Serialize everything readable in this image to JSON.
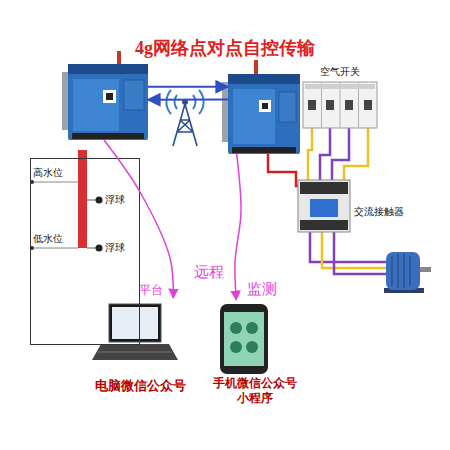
{
  "diagram": {
    "title": "4g网络点对点自控传输",
    "nodes": [
      {
        "text": []
      },
      {
        "text": []
      },
      {
        "text": [
          "空气开关"
        ]
      },
      {
        "text": [
          "高水位",
          "浮球",
          "低水位",
          "浮球"
        ]
      },
      {
        "text": [
          "交流接触器"
        ]
      },
      {
        "text": [
          "电脑微信公众号"
        ]
      },
      {
        "text": [
          "手机微信公众号 小程序"
        ]
      }
    ],
    "edges": [
      {
        "from": 0,
        "to": 1,
        "arrow": "to"
      },
      {
        "from": 1,
        "to": 0,
        "arrow": "to"
      },
      {
        "from": 0,
        "to": 5,
        "label": "平台",
        "arrow": "to"
      },
      {
        "from": 1,
        "to": 6,
        "label": "监测",
        "arrow": "to"
      }
    ],
    "labels": [
      "远程"
    ]
  }
}
